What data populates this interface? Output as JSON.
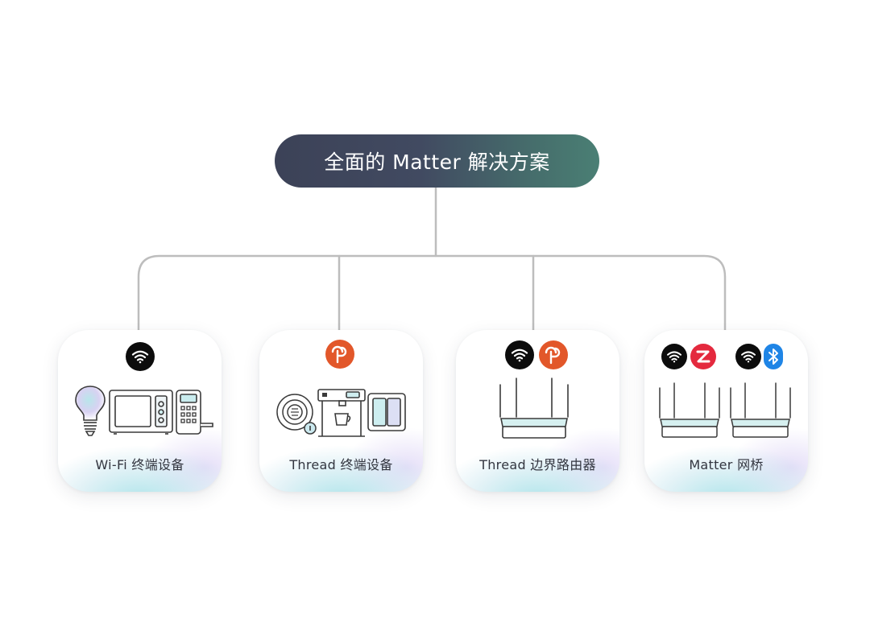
{
  "diagram": {
    "root": {
      "label": "全面的 Matter 解决方案"
    },
    "nodes": [
      {
        "label": "Wi-Fi 终端设备",
        "badges": [
          "wifi-icon"
        ],
        "devices": [
          "light-bulb",
          "microwave",
          "smart-lock"
        ]
      },
      {
        "label": "Thread 终端设备",
        "badges": [
          "thread-icon"
        ],
        "devices": [
          "smoke-detector",
          "coffee-machine",
          "wall-switch"
        ]
      },
      {
        "label": "Thread 边界路由器",
        "badges": [
          "wifi-icon",
          "thread-icon"
        ],
        "devices": [
          "router"
        ]
      },
      {
        "label": "Matter 网桥",
        "badges": [
          "wifi-icon",
          "zigbee-icon",
          "wifi-icon",
          "bluetooth-icon"
        ],
        "devices": [
          "router",
          "router"
        ]
      }
    ],
    "colors": {
      "root_gradient_start": "#3c4257",
      "root_gradient_end": "#4a7f74",
      "connector_line": "#bdbdbd",
      "wifi_badge": "#0c0c0c",
      "thread_badge": "#e2572a",
      "zigbee_badge": "#e4293e",
      "bluetooth_badge": "#1f85e6",
      "card_glow": "#96dce4"
    }
  }
}
